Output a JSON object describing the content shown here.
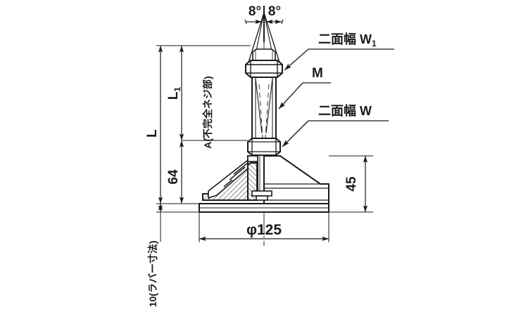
{
  "drawing": {
    "title": "Leveling Mount Sectional Drawing",
    "line_color": "#1a1a1a",
    "background_color": "#ffffff",
    "dimensions": {
      "overall_length_label": "L",
      "upper_length_label": "L1",
      "upper_length_sub": "1",
      "stud_height_value": "64",
      "base_height_value": "45",
      "base_diameter_value": "φ125",
      "rubber_thickness_label": "10(ラバー寸法)",
      "incomplete_thread_label": "A(不完全ネジ部)"
    },
    "angles": {
      "left_angle": "8°",
      "right_angle": "8°"
    },
    "callouts": [
      {
        "id": "across-flats-w1",
        "text": "二面幅 W",
        "sub": "1"
      },
      {
        "id": "thread-size-m",
        "text": "M",
        "sub": ""
      },
      {
        "id": "across-flats-w",
        "text": "二面幅 W",
        "sub": ""
      }
    ]
  }
}
